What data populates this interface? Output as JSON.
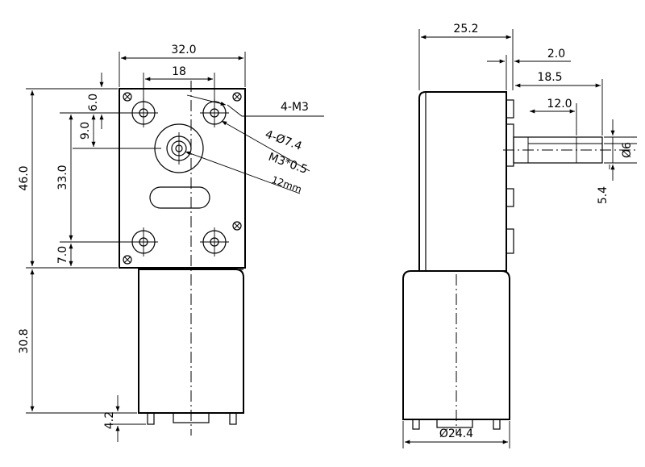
{
  "front_view": {
    "width_dim": "32.0",
    "hole_spacing_dim": "18",
    "thread_callout": "4-M3",
    "height_dim": "46.0",
    "top_offset_dim": "6.0",
    "shaft_offset_dim": "9.0",
    "hole_vertical_dim": "33.0",
    "bottom_offset_dim": "7.0",
    "motor_length_dim": "30.8",
    "terminal_dim": "4.2",
    "hole_dia_callout": "4-Ø7.4",
    "shaft_thread_callout": "M3*0.5",
    "shaft_thread_depth": "12mm"
  },
  "side_view": {
    "depth_dim": "25.2",
    "collar_dim": "2.0",
    "shaft_total_dim": "18.5",
    "shaft_flat_dim": "12.0",
    "shaft_dia_dim": "Ø6",
    "shaft_flat_height_dim": "5.4",
    "motor_dia_dim": "Ø24.4"
  }
}
